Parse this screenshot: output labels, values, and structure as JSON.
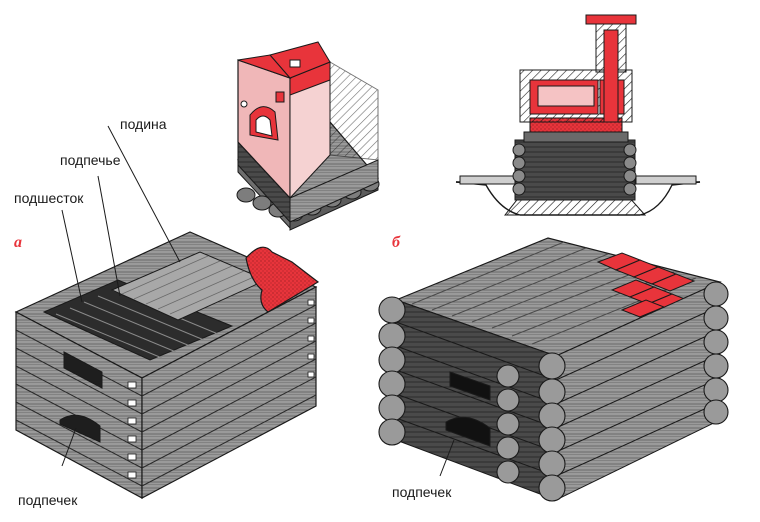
{
  "panels": {
    "a": {
      "letter": "а"
    },
    "b": {
      "letter": "б"
    }
  },
  "labels": {
    "podina": "подина",
    "podpechye": "подпечье",
    "podshestok": "подшесток",
    "podpechek_a": "подпечек",
    "podpechek_b": "подпечек"
  },
  "colors": {
    "accent": "#e8343b",
    "brick": "#ea4a4f",
    "wood_dark": "#3a3a3a",
    "wood_mid": "#7a7a7a",
    "wood_light": "#bdbdbd",
    "outline": "#1a1a1a"
  }
}
